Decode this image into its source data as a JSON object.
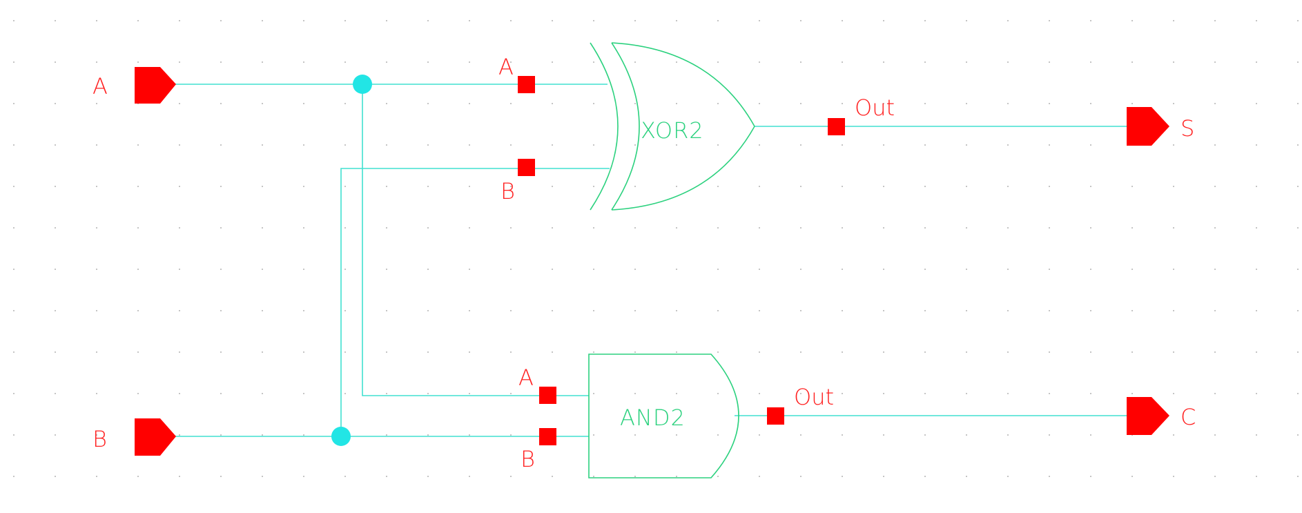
{
  "colors": {
    "background": "#ffffff",
    "wire": "#40e0d0",
    "gate_outline": "#2bd17e",
    "pin": "#ff0000",
    "junction": "#22e5e5",
    "grid": "#9a9a9a"
  },
  "inputs": {
    "a": {
      "label": "A"
    },
    "b": {
      "label": "B"
    }
  },
  "outputs": {
    "s": {
      "label": "S"
    },
    "c": {
      "label": "C"
    }
  },
  "gates": {
    "xor": {
      "type_label": "XOR2",
      "pin_a": "A",
      "pin_b": "B",
      "pin_out": "Out",
      "icon": "xor-gate-icon"
    },
    "and": {
      "type_label": "AND2",
      "pin_a": "A",
      "pin_b": "B",
      "pin_out": "Out",
      "icon": "and-gate-icon"
    }
  }
}
